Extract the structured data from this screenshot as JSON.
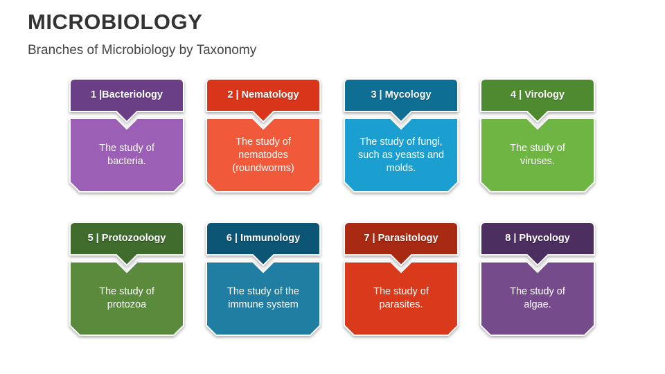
{
  "header": {
    "title": "MICROBIOLOGY",
    "subtitle": "Branches of Microbiology by Taxonomy"
  },
  "cards": [
    {
      "title": "1 |Bacteriology",
      "description": "The study of\nbacteria.",
      "header_color": "#6B3F86",
      "body_color": "#9B5FB5"
    },
    {
      "title": "2 | Nematology",
      "description": "The study of\nnematodes\n(roundworms)",
      "header_color": "#D8351B",
      "body_color": "#F05A3A"
    },
    {
      "title": "3 | Mycology",
      "description": "The study of fungi,\nsuch as yeasts and\nmolds.",
      "header_color": "#0E6E94",
      "body_color": "#1A9FD0"
    },
    {
      "title": "4 | Virology",
      "description": "The study of\nviruses.",
      "header_color": "#4E8A2F",
      "body_color": "#6FB544"
    },
    {
      "title": "5 | Protozoology",
      "description": "The study of\nprotozoa",
      "header_color": "#3F6B2C",
      "body_color": "#5A8A3C"
    },
    {
      "title": "6 | Immunology",
      "description": "The study of the\nimmune system",
      "header_color": "#0D5575",
      "body_color": "#1F7EA2"
    },
    {
      "title": "7 | Parasitology",
      "description": "The study of\nparasites.",
      "header_color": "#A92A13",
      "body_color": "#D93A1C"
    },
    {
      "title": "8 | Phycology",
      "description": "The study of\nalgae.",
      "header_color": "#4C2E61",
      "body_color": "#754B8C"
    }
  ]
}
